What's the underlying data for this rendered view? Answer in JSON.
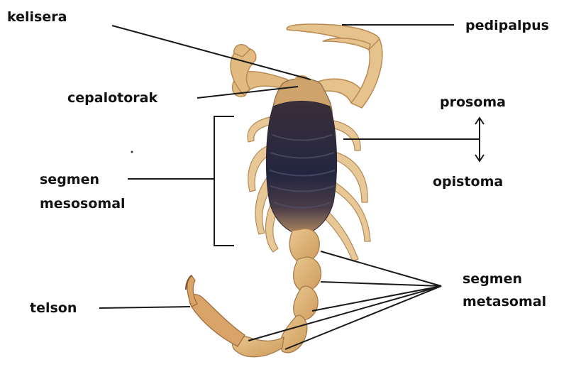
{
  "labels": {
    "kelisera": "kelisera",
    "pedipalpus": "pedipalpus",
    "cepalotorak": "cepalotorak",
    "prosoma": "prosoma",
    "opistoma": "opistoma",
    "segmen_mesosomal_1": "segmen",
    "segmen_mesosomal_2": "mesosomal",
    "telson": "telson",
    "segmen_metasomal_1": "segmen",
    "segmen_metasomal_2": "metasomal"
  },
  "colors": {
    "body_light": "#e6c48e",
    "body_mid": "#d7a866",
    "body_dark": "#2a2740",
    "leader_line": "#1a1a1a"
  }
}
